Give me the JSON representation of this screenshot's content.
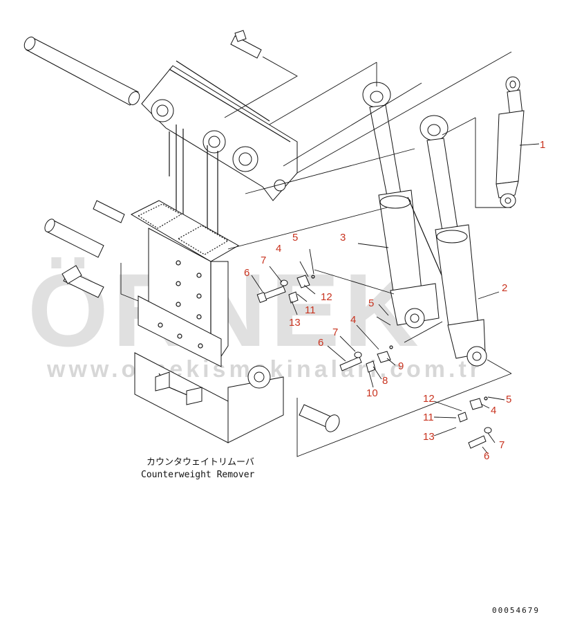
{
  "diagram": {
    "caption_jp": "カウンタウェイトリムーバ",
    "caption_en": "Counterweight Remover",
    "document_number": "00054679",
    "watermark": {
      "brand": "ÖRNEK",
      "url": "www.ornekismakinalari.com.tr"
    },
    "callouts": [
      {
        "id": "c1",
        "text": "1"
      },
      {
        "id": "c2",
        "text": "2"
      },
      {
        "id": "c3",
        "text": "3"
      },
      {
        "id": "c4a",
        "text": "4"
      },
      {
        "id": "c5a",
        "text": "5"
      },
      {
        "id": "c6a",
        "text": "6"
      },
      {
        "id": "c7a",
        "text": "7"
      },
      {
        "id": "c11a",
        "text": "11"
      },
      {
        "id": "c12a",
        "text": "12"
      },
      {
        "id": "c13a",
        "text": "13"
      },
      {
        "id": "c5b",
        "text": "5"
      },
      {
        "id": "c4b",
        "text": "4"
      },
      {
        "id": "c7b",
        "text": "7"
      },
      {
        "id": "c6b",
        "text": "6"
      },
      {
        "id": "c9",
        "text": "9"
      },
      {
        "id": "c8",
        "text": "8"
      },
      {
        "id": "c10",
        "text": "10"
      },
      {
        "id": "c12b",
        "text": "12"
      },
      {
        "id": "c5c",
        "text": "5"
      },
      {
        "id": "c4c",
        "text": "4"
      },
      {
        "id": "c11b",
        "text": "11"
      },
      {
        "id": "c7c",
        "text": "7"
      },
      {
        "id": "c13b",
        "text": "13"
      },
      {
        "id": "c6c",
        "text": "6"
      }
    ],
    "colors": {
      "callout": "#c8321e",
      "line": "#111111",
      "watermark": "#c7c7c7"
    }
  }
}
